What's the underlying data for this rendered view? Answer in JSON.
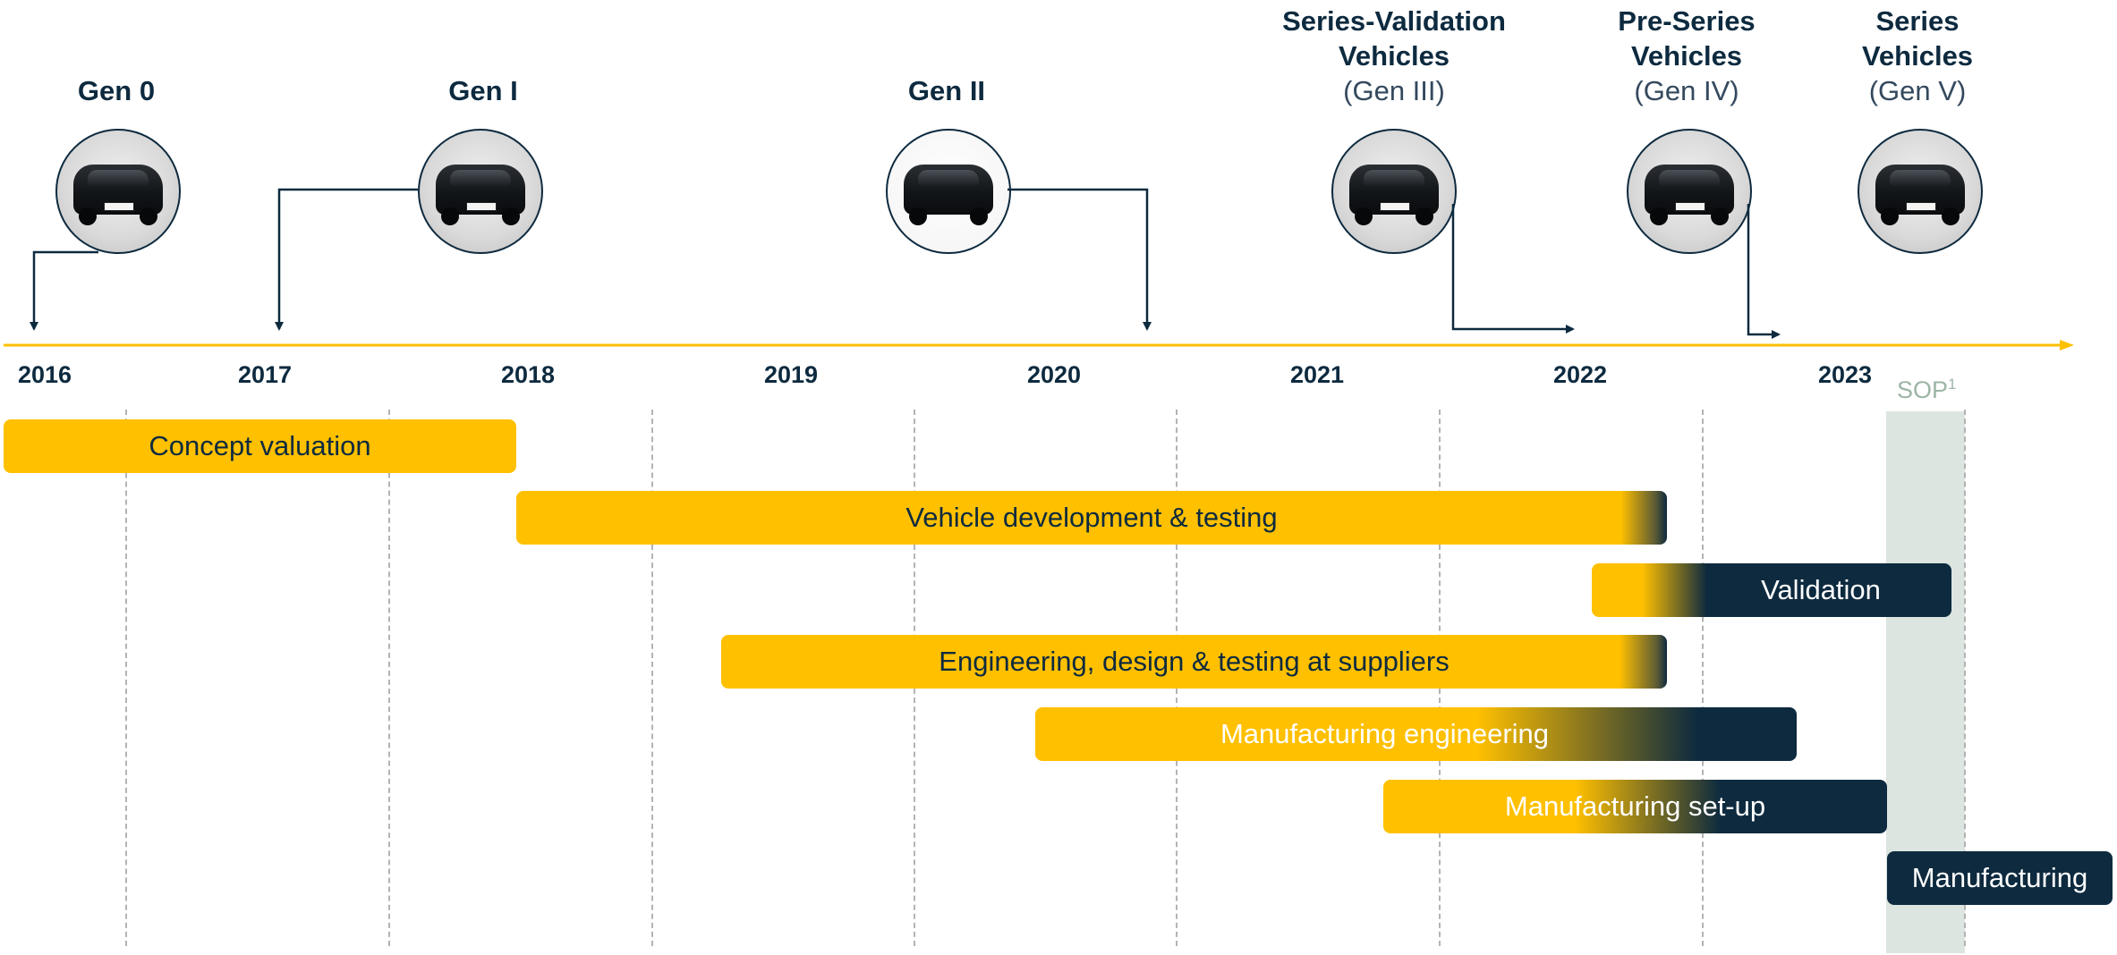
{
  "generations": [
    {
      "title": "Gen 0",
      "subtitle": ""
    },
    {
      "title": "Gen I",
      "subtitle": ""
    },
    {
      "title": "Gen II",
      "subtitle": ""
    },
    {
      "title": "Series-Validation Vehicles",
      "subtitle": "(Gen III)"
    },
    {
      "title": "Pre-Series Vehicles",
      "subtitle": "(Gen IV)"
    },
    {
      "title": "Series Vehicles",
      "subtitle": "(Gen V)"
    }
  ],
  "years": [
    "2016",
    "2017",
    "2018",
    "2019",
    "2020",
    "2021",
    "2022",
    "2023"
  ],
  "sop": {
    "label": "SOP",
    "footnote": "1"
  },
  "phases": [
    {
      "label": "Concept valuation"
    },
    {
      "label": "Vehicle development & testing"
    },
    {
      "label": "Validation"
    },
    {
      "label": "Engineering, design & testing at suppliers"
    },
    {
      "label": "Manufacturing engineering"
    },
    {
      "label": "Manufacturing set-up"
    },
    {
      "label": "Manufacturing"
    }
  ],
  "colors": {
    "accent_yellow": "#FFC000",
    "navy": "#0D2A3F",
    "sop_band": "#DCE5DF",
    "sop_text": "#9DB5A6",
    "dashed_grid": "#B3B3B3"
  }
}
